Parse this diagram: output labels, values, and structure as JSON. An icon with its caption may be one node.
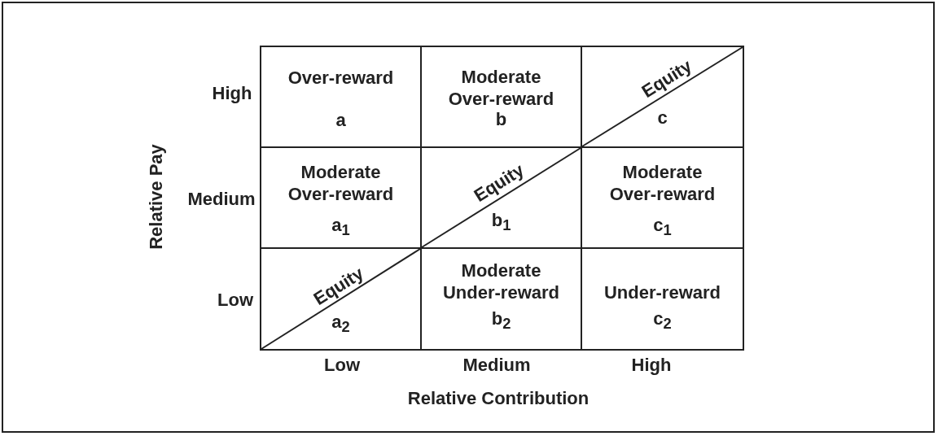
{
  "diagram": {
    "nodes": [
      {
        "text": [
          "Over-reward",
          "a"
        ]
      },
      {
        "text": [
          "Moderate Over-reward",
          "b"
        ]
      },
      {
        "text": [
          "Equity",
          "c"
        ]
      },
      {
        "text": [
          "Moderate Over-reward",
          "a$_{1}$"
        ]
      },
      {
        "text": [
          "Equity",
          "b$_{1}$"
        ]
      },
      {
        "text": [
          "Moderate Over-reward",
          "c$_{1}$"
        ]
      },
      {
        "text": [
          "Equity",
          "a$_{2}$"
        ]
      },
      {
        "text": [
          "Moderate Under-reward",
          "b$_{2}$"
        ]
      },
      {
        "text": [
          "Under-reward",
          "c$_{2}$"
        ]
      }
    ],
    "labels": [
      "High",
      "Relative Pay",
      "Medium",
      "Low",
      "Low",
      "Medium",
      "High",
      "Relative Contribution"
    ]
  }
}
